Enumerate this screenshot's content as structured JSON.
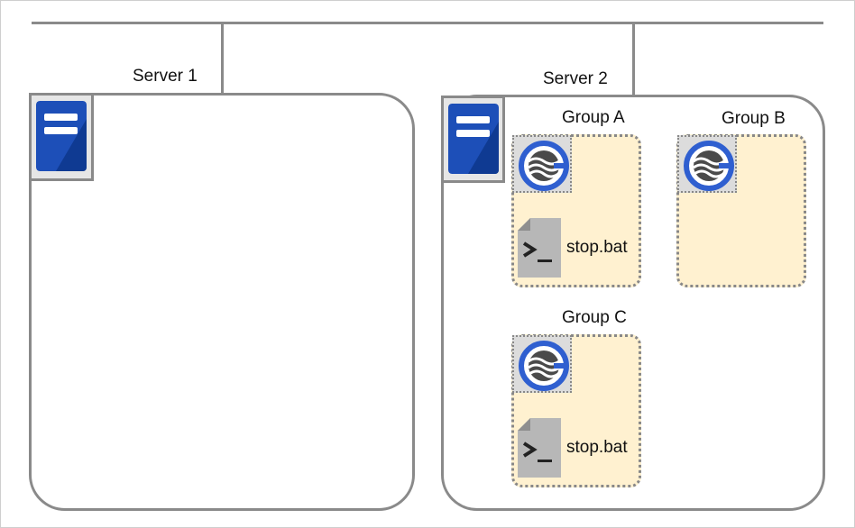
{
  "diagram": {
    "servers": [
      {
        "label": "Server 1",
        "icon": "server-icon"
      },
      {
        "label": "Server 2",
        "icon": "server-icon"
      }
    ],
    "groups": [
      {
        "label": "Group A",
        "icon": "group-icon",
        "script": "stop.bat"
      },
      {
        "label": "Group B",
        "icon": "group-icon"
      },
      {
        "label": "Group C",
        "icon": "group-icon",
        "script": "stop.bat"
      }
    ],
    "script_icon": "script-file-icon",
    "colors": {
      "line": "#8a8a8a",
      "server_icon": "#1d4fb8",
      "group_fill": "#fff1d0",
      "group_icon_ring": "#2f5fd0"
    }
  }
}
